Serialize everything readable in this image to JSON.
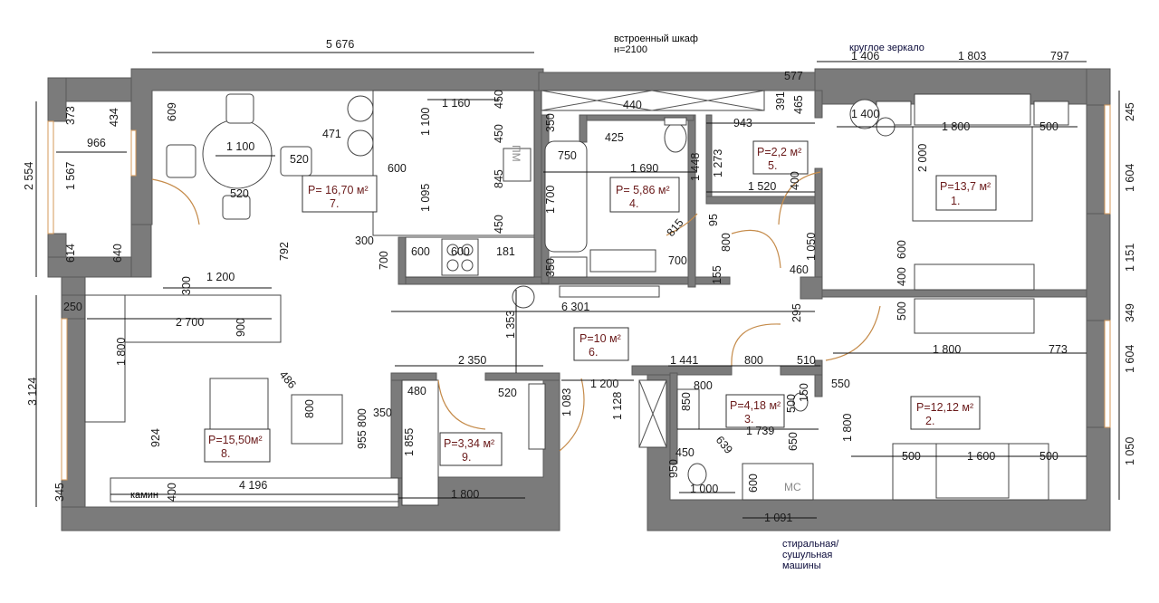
{
  "plan": {
    "notes": {
      "wardrobe_line1": "встроенный шкаф",
      "wardrobe_line2": "н=2100",
      "mirror": "круглое зеркало",
      "washer_line1": "стиральная/",
      "washer_line2": "сушульная",
      "washer_line3": "машины",
      "fireplace": "камин",
      "pm": "ПМ",
      "ms": "МС"
    },
    "rooms": [
      {
        "area": "P= 16,70 м²",
        "num": "7."
      },
      {
        "area": "P= 5,86 м²",
        "num": "4."
      },
      {
        "area": "P=2,2 м²",
        "num": "5."
      },
      {
        "area": "P=13,7 м²",
        "num": "1."
      },
      {
        "area": "P=10 м²",
        "num": "6."
      },
      {
        "area": "P=15,50м²",
        "num": "8."
      },
      {
        "area": "P=3,34 м²",
        "num": "9."
      },
      {
        "area": "P=4,18 м²",
        "num": "3."
      },
      {
        "area": "P=12,12 м²",
        "num": "2."
      }
    ],
    "dims": [
      "5 676",
      "1 406",
      "1 803",
      "797",
      "577",
      "391",
      "465",
      "1 400",
      "1 800",
      "500",
      "245",
      "2 554",
      "373",
      "434",
      "609",
      "966",
      "1 567",
      "614",
      "640",
      "1 100",
      "520",
      "520",
      "471",
      "1 160",
      "450",
      "450",
      "845",
      "450",
      "1 100",
      "600",
      "1 095",
      "300",
      "792",
      "700",
      "600",
      "600",
      "181",
      "350",
      "425",
      "440",
      "750",
      "1 690",
      "1 448",
      "1 700",
      "815",
      "350",
      "700",
      "95",
      "155",
      "943",
      "1 273",
      "1 520",
      "400",
      "800",
      "1 050",
      "460",
      "2 000",
      "600",
      "400",
      "1 604",
      "1 151",
      "349",
      "500",
      "1 200",
      "300",
      "250",
      "2 700",
      "900",
      "1 800",
      "486",
      "800",
      "6 301",
      "1 353",
      "295",
      "3 124",
      "924",
      "345",
      "400",
      "4 196",
      "2 350",
      "480",
      "350",
      "800",
      "955",
      "1 855",
      "520",
      "1 083",
      "1 200",
      "1 128",
      "1 800",
      "1 441",
      "800",
      "510",
      "800",
      "850",
      "150",
      "550",
      "500",
      "650",
      "1 739",
      "639",
      "450",
      "950",
      "1 000",
      "600",
      "1 091",
      "1 800",
      "773",
      "1 604",
      "1 800",
      "500",
      "1 600",
      "500",
      "1 050"
    ]
  }
}
